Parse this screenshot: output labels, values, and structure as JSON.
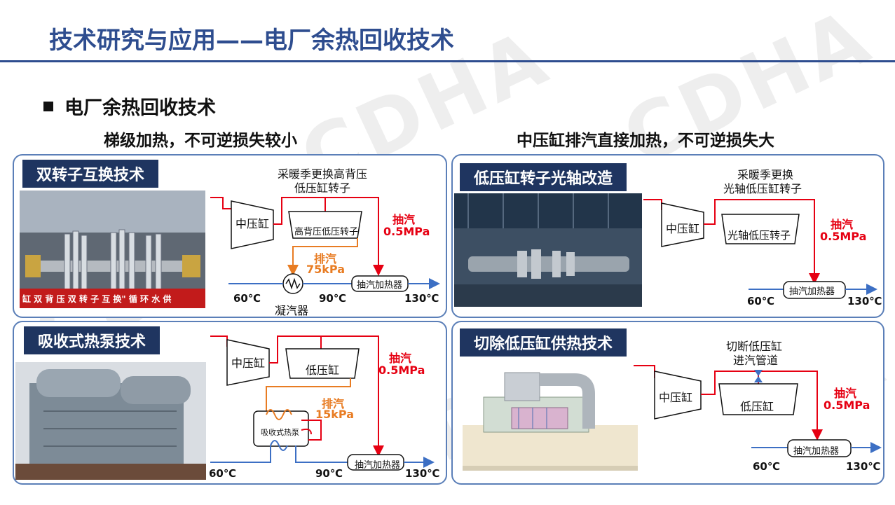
{
  "title": "技术研究与应用——电厂余热回收技术",
  "watermark": "CDHA",
  "section": "电厂余热回收技术",
  "subheads": {
    "left": "梯级加热，不可逆损失较小",
    "right": "中压缸排汽直接加热，不可逆损失大"
  },
  "panels": [
    {
      "tab": "双转子互换技术",
      "banner": "缸 双 背 压 双 转 子 互 换\" 循 环 水 供",
      "top_label_1": "采暖季更换高背压",
      "top_label_2": "低压缸转子",
      "mp": "中压缸",
      "lp": "高背压低压转子",
      "extract_1": "抽汽",
      "extract_2": "0.5MPa",
      "exhaust_1": "排汽",
      "exhaust_2": "75kPa",
      "condenser": "凝汽器",
      "heater": "抽汽加热器",
      "t_in": "60℃",
      "t_mid": "90℃",
      "t_out": "130℃"
    },
    {
      "tab": "低压缸转子光轴改造",
      "top_label_1": "采暖季更换",
      "top_label_2": "光轴低压缸转子",
      "mp": "中压缸",
      "lp": "光轴低压转子",
      "extract_1": "抽汽",
      "extract_2": "0.5MPa",
      "heater": "抽汽加热器",
      "t_in": "60℃",
      "t_out": "130℃"
    },
    {
      "tab": "吸收式热泵技术",
      "mp": "中压缸",
      "lp": "低压缸",
      "extract_1": "抽汽",
      "extract_2": "0.5MPa",
      "exhaust_1": "排汽",
      "exhaust_2": "15kPa",
      "pump": "吸收式热泵",
      "heater": "抽汽加热器",
      "t_in": "60℃",
      "t_mid": "90℃",
      "t_out": "130℃"
    },
    {
      "tab": "切除低压缸供热技术",
      "top_label_1": "切断低压缸",
      "top_label_2": "进汽管道",
      "mp": "中压缸",
      "lp": "低压缸",
      "extract_1": "抽汽",
      "extract_2": "0.5MPa",
      "heater": "抽汽加热器",
      "t_in": "60℃",
      "t_out": "130℃"
    }
  ],
  "colors": {
    "accent": "#2e4d8f",
    "tab": "#1f3560",
    "steam": "#e60012",
    "exhaust": "#e87c23",
    "water": "#3c6fc4"
  }
}
